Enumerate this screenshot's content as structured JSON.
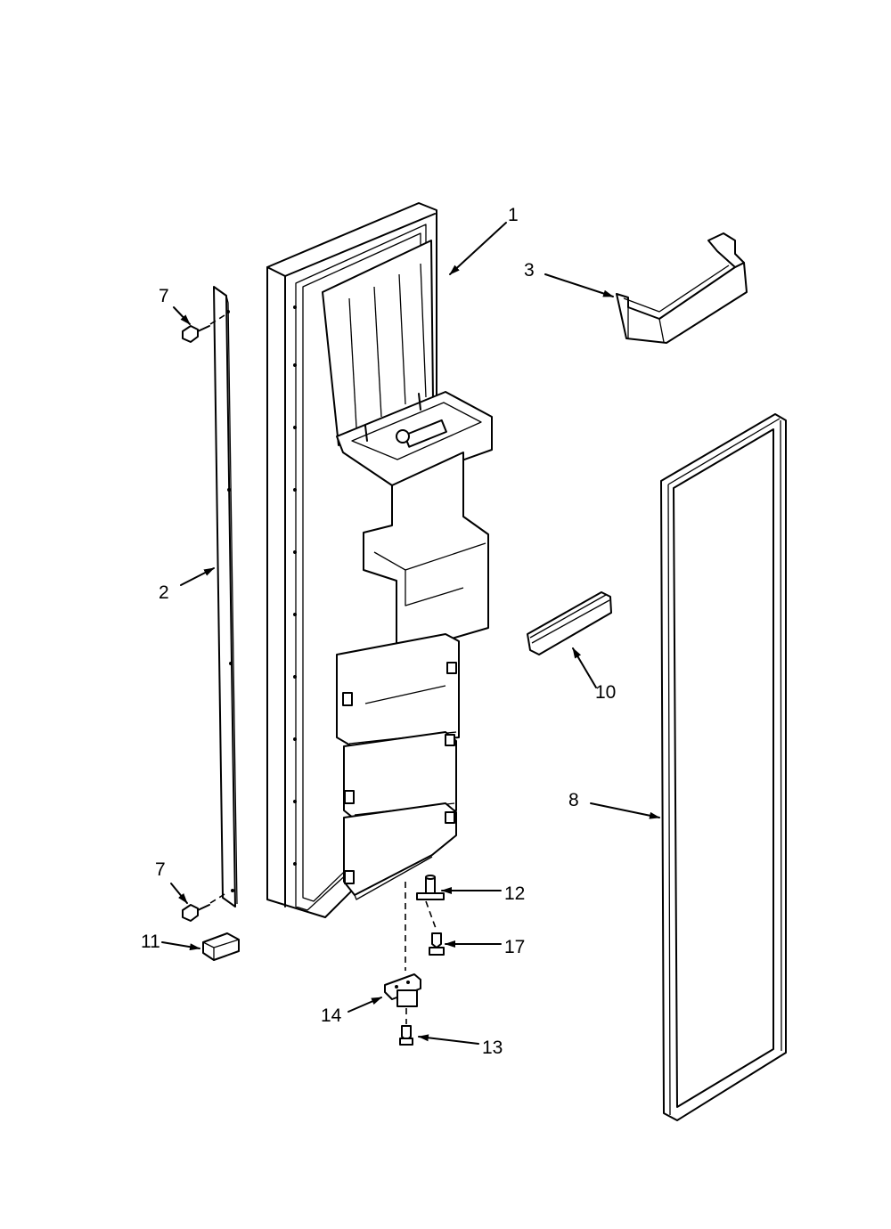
{
  "callouts": [
    {
      "id": "c1",
      "label": "1"
    },
    {
      "id": "c2",
      "label": "2"
    },
    {
      "id": "c3",
      "label": "3"
    },
    {
      "id": "c7a",
      "label": "7"
    },
    {
      "id": "c7b",
      "label": "7"
    },
    {
      "id": "c8",
      "label": "8"
    },
    {
      "id": "c10",
      "label": "10"
    },
    {
      "id": "c11",
      "label": "11"
    },
    {
      "id": "c12",
      "label": "12"
    },
    {
      "id": "c13",
      "label": "13"
    },
    {
      "id": "c14",
      "label": "14"
    },
    {
      "id": "c17",
      "label": "17"
    }
  ]
}
